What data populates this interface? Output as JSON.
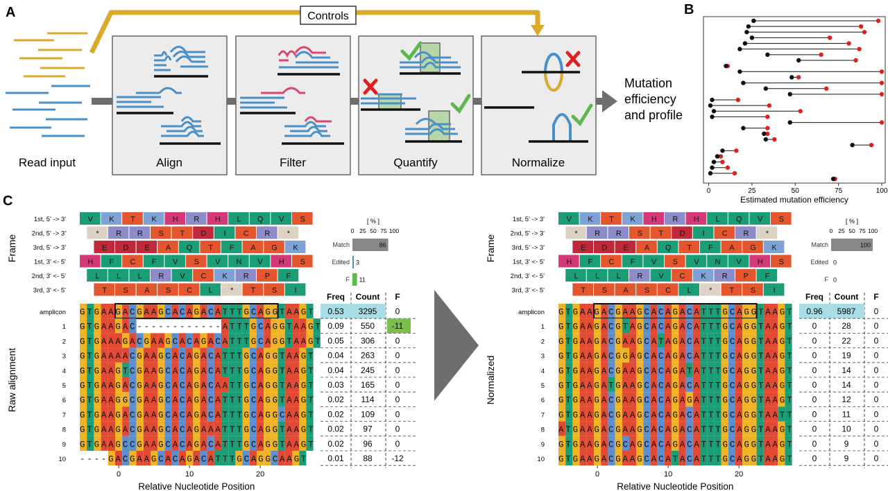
{
  "panel_a": {
    "letter": "A",
    "controls_label": "Controls",
    "read_input_label": "Read input",
    "steps": [
      "Align",
      "Filter",
      "Quantify",
      "Normalize"
    ],
    "output_label": [
      "Mutation",
      "efficiency",
      "and profile"
    ]
  },
  "panel_b": {
    "letter": "B"
  },
  "panel_c": {
    "letter": "C"
  },
  "chart_data": [
    {
      "type": "scatter",
      "panel": "B",
      "xlabel": "Estimated mutation efficiency",
      "xlim": [
        -3,
        102
      ],
      "xticks": [
        0,
        25,
        50,
        75,
        100
      ],
      "grid": false,
      "series": [
        {
          "color": "#111111",
          "values": [
            26,
            23,
            22,
            25,
            21,
            18,
            34,
            52,
            10,
            18,
            48,
            20,
            33,
            47,
            2,
            1,
            3,
            2,
            47,
            20,
            32,
            33,
            83,
            8,
            5,
            3,
            2,
            1,
            72
          ]
        },
        {
          "color": "#e02020",
          "values": [
            98,
            88,
            90,
            70,
            81,
            87,
            65,
            85,
            11,
            100,
            52,
            100,
            68,
            100,
            17,
            35,
            53,
            34,
            100,
            34,
            34,
            38,
            94,
            16,
            7,
            8,
            11,
            15,
            73
          ]
        }
      ]
    },
    {
      "type": "table",
      "panel": "C-raw",
      "title": "Raw alignment",
      "frame_label": "Frame",
      "frame_rows": [
        {
          "label": "1st, 5' -> 3'",
          "aa": [
            "V",
            "K",
            "T",
            "K",
            "H",
            "R",
            "H",
            "L",
            "Q",
            "V",
            "S"
          ]
        },
        {
          "label": "2nd, 5' -> 3'",
          "aa": [
            "*",
            "R",
            "R",
            "S",
            "T",
            "D",
            "I",
            "C",
            "R",
            "*"
          ]
        },
        {
          "label": "3rd, 5' -> 3'",
          "aa": [
            "E",
            "D",
            "E",
            "A",
            "Q",
            "T",
            "F",
            "A",
            "G",
            "K"
          ]
        },
        {
          "label": "1st, 3' <- 5'",
          "aa": [
            "H",
            "F",
            "C",
            "F",
            "V",
            "S",
            "V",
            "N",
            "V",
            "H",
            "S"
          ]
        },
        {
          "label": "2nd, 3' <- 5'",
          "aa": [
            "L",
            "L",
            "L",
            "R",
            "V",
            "C",
            "K",
            "R",
            "P",
            "F"
          ]
        },
        {
          "label": "3rd, 3' <- 5'",
          "aa": [
            "T",
            "S",
            "A",
            "S",
            "C",
            "L",
            "*",
            "T",
            "S",
            "I"
          ]
        }
      ],
      "bar_header": "[ % ]",
      "bar_ticks": [
        "0",
        "25",
        "50",
        "75",
        "100"
      ],
      "bars": [
        {
          "label": "Match",
          "value": 86,
          "text": "86"
        },
        {
          "label": "Edited",
          "value": 3,
          "text": "3"
        },
        {
          "label": "F",
          "value": 11,
          "text": "11"
        }
      ],
      "columns": [
        "Freq",
        "Count",
        "F"
      ],
      "rows": [
        {
          "name": "amplicon",
          "seq": "GTGAAGACGAAGCACAGACATTTGCAGGTAAGT",
          "freq": "0.53",
          "count": "3295",
          "f": "0"
        },
        {
          "name": "1",
          "seq": "GTGAAGAC------------ATTTGCAGGTAAGT",
          "freq": "0.09",
          "count": "550",
          "f": "-11"
        },
        {
          "name": "2",
          "seq": "GTGAAAGACGAAGCACAGACATTTGCAGGTAAGT",
          "freq": "0.05",
          "count": "306",
          "f": "0"
        },
        {
          "name": "3",
          "seq": "GTGAAAACGAAGCACAGACATTTGCAGGTAAGT",
          "freq": "0.04",
          "count": "263",
          "f": "0"
        },
        {
          "name": "4",
          "seq": "GTGAAGTCGAAGCACAGACATTTGCAGGTAAGT",
          "freq": "0.04",
          "count": "245",
          "f": "0"
        },
        {
          "name": "5",
          "seq": "GTGAAGACGAAGCACAGACAATTGCAGGTAAGT",
          "freq": "0.03",
          "count": "165",
          "f": "0"
        },
        {
          "name": "6",
          "seq": "GTGAAGGCGAAGCACAGACATTTGCAGGTAAGT",
          "freq": "0.02",
          "count": "114",
          "f": "0"
        },
        {
          "name": "7",
          "seq": "GTGAAGACGAAGCACAGACATTTGCAGGCAAGT",
          "freq": "0.02",
          "count": "109",
          "f": "0"
        },
        {
          "name": "8",
          "seq": "GTGAAGACGAAGCACAGAAATTTGCAGGTAAGT",
          "freq": "0.02",
          "count": "97",
          "f": "0"
        },
        {
          "name": "9",
          "seq": "GTGAAGCCGAAGCACAGACATTTGCAGGTAAGT",
          "freq": "0.02",
          "count": "96",
          "f": "0"
        },
        {
          "name": "10",
          "seq": "----GACGAAGCACAGACATTTGCAGGCAAGT",
          "freq": "0.01",
          "count": "88",
          "f": "-12"
        }
      ],
      "xlabel": "Relative Nucleotide Position",
      "xticks": [
        "0",
        "10",
        "20"
      ]
    },
    {
      "type": "table",
      "panel": "C-normalized",
      "title": "Normalized",
      "frame_label": "Frame",
      "frame_rows": [
        {
          "label": "1st, 5' -> 3'",
          "aa": [
            "V",
            "K",
            "T",
            "K",
            "H",
            "R",
            "H",
            "L",
            "Q",
            "V",
            "S"
          ]
        },
        {
          "label": "2nd, 5' -> 3'",
          "aa": [
            "*",
            "R",
            "R",
            "S",
            "T",
            "D",
            "I",
            "C",
            "R",
            "*"
          ]
        },
        {
          "label": "3rd, 5' -> 3'",
          "aa": [
            "E",
            "D",
            "E",
            "A",
            "Q",
            "T",
            "F",
            "A",
            "G",
            "K"
          ]
        },
        {
          "label": "1st, 3' <- 5'",
          "aa": [
            "H",
            "F",
            "C",
            "F",
            "V",
            "S",
            "V",
            "N",
            "V",
            "H",
            "S"
          ]
        },
        {
          "label": "2nd, 3' <- 5'",
          "aa": [
            "L",
            "L",
            "L",
            "R",
            "V",
            "C",
            "K",
            "R",
            "P",
            "F"
          ]
        },
        {
          "label": "3rd, 3' <- 5'",
          "aa": [
            "T",
            "S",
            "A",
            "S",
            "C",
            "L",
            "*",
            "T",
            "S",
            "I"
          ]
        }
      ],
      "bar_header": "[ % ]",
      "bar_ticks": [
        "0",
        "25",
        "50",
        "75",
        "100"
      ],
      "bars": [
        {
          "label": "Match",
          "value": 100,
          "text": "100"
        },
        {
          "label": "Edited",
          "value": 0,
          "text": "0"
        },
        {
          "label": "F",
          "value": 0,
          "text": "0"
        }
      ],
      "columns": [
        "Freq",
        "Count",
        "F"
      ],
      "rows": [
        {
          "name": "amplicon",
          "seq": "GTGAAGACGAAGCACAGACATTTGCAGGTAAGT",
          "freq": "0.96",
          "count": "5987",
          "f": "0"
        },
        {
          "name": "1",
          "seq": "GTGAAGACGTAGCACAGACATTTGCAGGTAAGT",
          "freq": "0",
          "count": "28",
          "f": "0"
        },
        {
          "name": "2",
          "seq": "GTGAAGACGAAGCATAGACATTTGCAGGTAAGT",
          "freq": "0",
          "count": "22",
          "f": "0"
        },
        {
          "name": "3",
          "seq": "GTGAAGACGGAGCACAGACATTTGCAGGTAAGT",
          "freq": "0",
          "count": "19",
          "f": "0"
        },
        {
          "name": "4",
          "seq": "GTGAAGACGAAGCACAGATATTTGCAGGTAAGT",
          "freq": "0",
          "count": "14",
          "f": "0"
        },
        {
          "name": "5",
          "seq": "GTGAAGATGAAGCACAGACATTTGCAGGTAAGT",
          "freq": "0",
          "count": "14",
          "f": "0"
        },
        {
          "name": "6",
          "seq": "GTGAAGACGAAGCACAGAGATTTGCAGGTAAGT",
          "freq": "0",
          "count": "12",
          "f": "0"
        },
        {
          "name": "7",
          "seq": "GTGAAGACGAAGCACAGACATTTGCAGGTAATT",
          "freq": "0",
          "count": "11",
          "f": "0"
        },
        {
          "name": "8",
          "seq": "ATGAAGACGAAGCACAGACATTTGCAGGTAAGT",
          "freq": "0",
          "count": "10",
          "f": "0"
        },
        {
          "name": "9",
          "seq": "GTGAAGACGCAGCACAGACATTTGCAGGTAAGT",
          "freq": "0",
          "count": "9",
          "f": "0"
        },
        {
          "name": "10",
          "seq": "GTGAAGACGAAGCACATACATTTGCAGGTAAGT",
          "freq": "0",
          "count": "9",
          "f": "0"
        }
      ],
      "xlabel": "Relative Nucleotide Position",
      "xticks": [
        "0",
        "10",
        "20"
      ]
    }
  ],
  "colors": {
    "read_yellow": "#d9aa2b",
    "read_blue": "#4a90c8",
    "filter_pink": "#d9466f",
    "check_green": "#5bb84a",
    "cross_red": "#e02020",
    "arrow_gray": "#6e6e6e",
    "box_gray": "#ececec",
    "nt_A": "#e34a33",
    "nt_C": "#5b8fd0",
    "nt_G": "#f0b323",
    "nt_T": "#1b9e77",
    "highlight_cyan": "#a9dde5",
    "f_green": "#7cc04b"
  },
  "icons": [
    "right-arrow-icon",
    "check-icon",
    "cross-icon"
  ]
}
